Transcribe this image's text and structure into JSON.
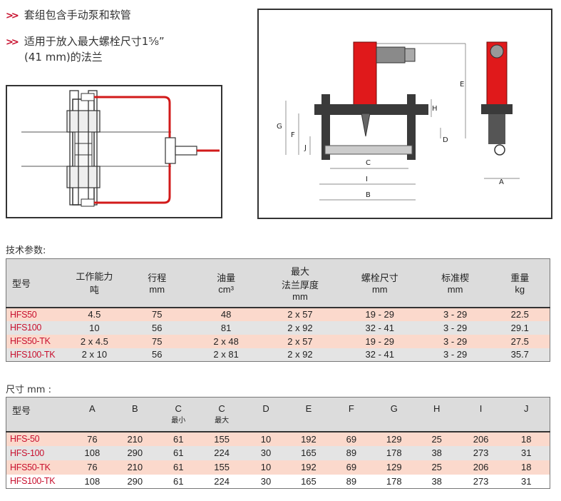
{
  "bullets": [
    {
      "line1": "套组包含手动泵和软管",
      "line2": ""
    },
    {
      "line1": "适用于放入最大螺栓尺寸1⅝”",
      "line2": "(41 mm)的法兰"
    }
  ],
  "diagram": {
    "dim_labels": [
      "E",
      "G",
      "F",
      "J",
      "H",
      "D",
      "C",
      "I",
      "B",
      "A"
    ]
  },
  "tech_table": {
    "caption": "技术参数:",
    "header_top": "最大",
    "headers": [
      {
        "l1": "型号",
        "l2": ""
      },
      {
        "l1": "工作能力",
        "l2": "吨"
      },
      {
        "l1": "行程",
        "l2": "mm"
      },
      {
        "l1": "油量",
        "l2": "cm³"
      },
      {
        "l1": "法兰厚度",
        "l2": "mm"
      },
      {
        "l1": "螺栓尺寸",
        "l2": "mm"
      },
      {
        "l1": "标准楔",
        "l2": "mm"
      },
      {
        "l1": "重量",
        "l2": "kg"
      }
    ],
    "rows": [
      [
        "HFS50",
        "4.5",
        "75",
        "48",
        "2 x 57",
        "19 - 29",
        "3 - 29",
        "22.5"
      ],
      [
        "HFS100",
        "10",
        "56",
        "81",
        "2 x 92",
        "32 - 41",
        "3 - 29",
        "29.1"
      ],
      [
        "HFS50-TK",
        "2 x 4.5",
        "75",
        "2 x 48",
        "2 x 57",
        "19 - 29",
        "3 - 29",
        "27.5"
      ],
      [
        "HFS100-TK",
        "2 x 10",
        "56",
        "2 x 81",
        "2 x 92",
        "32 - 41",
        "3 - 29",
        "35.7"
      ]
    ]
  },
  "dim_table": {
    "caption": "尺寸 mm :",
    "headers": [
      {
        "l1": "型号",
        "l2": ""
      },
      {
        "l1": "A",
        "l2": ""
      },
      {
        "l1": "B",
        "l2": ""
      },
      {
        "l1": "C",
        "l2": "最小"
      },
      {
        "l1": "C",
        "l2": "最大"
      },
      {
        "l1": "D",
        "l2": ""
      },
      {
        "l1": "E",
        "l2": ""
      },
      {
        "l1": "F",
        "l2": ""
      },
      {
        "l1": "G",
        "l2": ""
      },
      {
        "l1": "H",
        "l2": ""
      },
      {
        "l1": "I",
        "l2": ""
      },
      {
        "l1": "J",
        "l2": ""
      }
    ],
    "rows": [
      [
        "HFS-50",
        "76",
        "210",
        "61",
        "155",
        "10",
        "192",
        "69",
        "129",
        "25",
        "206",
        "18"
      ],
      [
        "HFS-100",
        "108",
        "290",
        "61",
        "224",
        "30",
        "165",
        "89",
        "178",
        "38",
        "273",
        "31"
      ],
      [
        "HFS50-TK",
        "76",
        "210",
        "61",
        "155",
        "10",
        "192",
        "69",
        "129",
        "25",
        "206",
        "18"
      ],
      [
        "HFS100-TK",
        "108",
        "290",
        "61",
        "224",
        "30",
        "165",
        "89",
        "178",
        "38",
        "273",
        "31"
      ]
    ]
  }
}
